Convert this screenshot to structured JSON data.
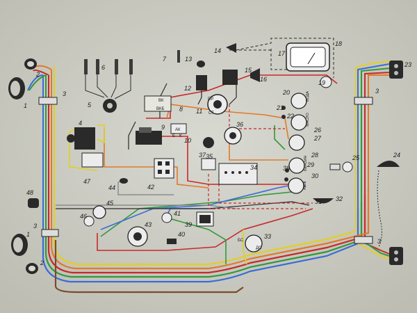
{
  "diagram": {
    "type": "vehicle-wiring-diagram",
    "numbers": {
      "n1": "1",
      "n2": "2",
      "n3": "3",
      "n4": "4",
      "n5": "5",
      "n6": "6",
      "n7": "7",
      "n8": "8",
      "n9": "9",
      "n10": "10",
      "n11": "11",
      "n12": "12",
      "n13": "13",
      "n14": "14",
      "n15": "15",
      "n16": "16",
      "n17": "17",
      "n18": "18",
      "n19": "19",
      "n20": "20",
      "n21": "21",
      "n22": "22",
      "n23": "23",
      "n24": "24",
      "n25": "25",
      "n26": "26",
      "n27": "27",
      "n28": "28",
      "n29": "29",
      "n30": "30",
      "n31": "31",
      "n32": "32",
      "n33": "33",
      "n34": "34",
      "n35": "35",
      "n36": "36",
      "n37": "37",
      "n38": "38",
      "n39": "39",
      "n40": "40",
      "n41": "41",
      "n42": "42",
      "n43": "43",
      "n44": "44",
      "n45": "45",
      "n46": "46",
      "n47": "47",
      "n48": "48"
    },
    "labels": {
      "vk": "ВК",
      "vkb": "ВКБ",
      "ak": "АК",
      "pr": "ПР",
      "st": "СТ",
      "b": "Б",
      "k": "К",
      "bs": "БС",
      "ds": "ДС",
      "gauge_voda": "ВОДА",
      "gauge_maslo": "МАСЛО",
      "gauge_benzin": "БЕНЗИН",
      "gauge_ampery": "АМП"
    },
    "wire_colors": {
      "red": "#c8282b",
      "blue": "#3a6bd8",
      "green": "#2f9a3b",
      "yellow": "#e2cf22",
      "orange": "#e07a2a",
      "brown": "#7b4a2b",
      "black": "#2a2a2a",
      "gray": "#7d7f83"
    },
    "paper_color": "#cfd0c7"
  }
}
